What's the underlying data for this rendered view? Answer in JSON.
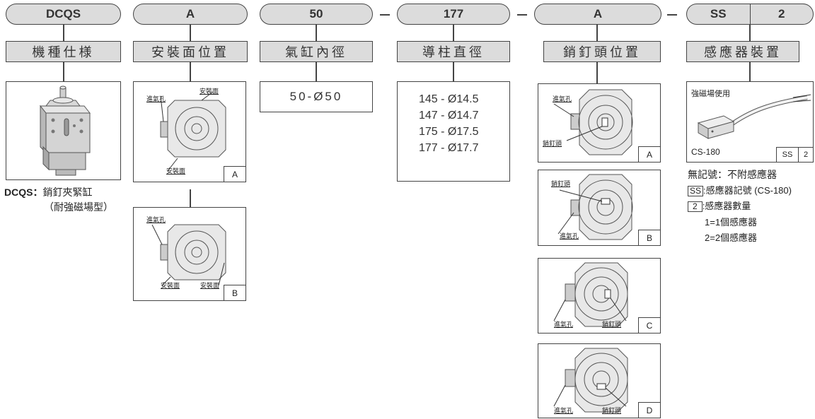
{
  "codes": {
    "model": "DCQS",
    "mount": "A",
    "bore": "50",
    "guide": "177",
    "pin_head": "A",
    "sensor_code": "SS",
    "sensor_qty": "2"
  },
  "headers": {
    "model": "機種仕様",
    "mount": "安裝面位置",
    "bore": "氣缸內徑",
    "guide": "導柱直徑",
    "pin_head": "銷釘頭位置",
    "sensor": "感應器裝置"
  },
  "model_desc": {
    "code": "DCQS：",
    "line1": "銷釘夾緊缸",
    "line2": "（耐強磁場型）"
  },
  "mount_diagrams": [
    {
      "inlet": "進氣孔",
      "face_top": "安裝面",
      "face_bottom": "安裝面",
      "tag": "A"
    },
    {
      "inlet": "進氣孔",
      "face_left": "安裝面",
      "face_right": "安裝面",
      "tag": "B"
    }
  ],
  "bore_value": "50-Ø50",
  "guide_values": [
    "145 - Ø14.5",
    "147 - Ø14.7",
    "175 - Ø17.5",
    "177 - Ø17.7"
  ],
  "pin_diagrams": [
    {
      "tag": "A",
      "inlet": "進氣孔",
      "pin": "銷釘頭"
    },
    {
      "tag": "B",
      "inlet": "進氣孔",
      "pin": "銷釘頭"
    },
    {
      "tag": "C",
      "inlet": "進氣孔",
      "pin": "銷釘頭"
    },
    {
      "tag": "D",
      "inlet": "進氣孔",
      "pin": "銷釘頭"
    }
  ],
  "sensor": {
    "caption": "強磁場使用",
    "model": "CS-180",
    "tag_code": "SS",
    "tag_qty": "2",
    "notes": {
      "none": "無記號：不附感應器",
      "code_box": "SS",
      "code_text": ":感應器記號 (CS-180)",
      "qty_box": "2",
      "qty_text": ":感應器數量",
      "one": "1=1個感應器",
      "two": "2=2個感應器"
    }
  }
}
